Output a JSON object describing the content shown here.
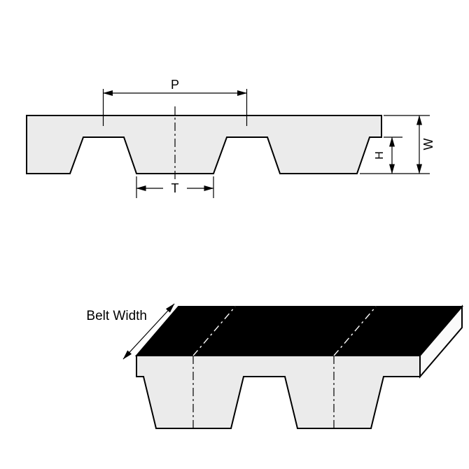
{
  "labels": {
    "pitch": "P",
    "tooth_width": "T",
    "tooth_height": "H",
    "belt_thickness": "W",
    "belt_width": "Belt Width"
  },
  "colors": {
    "background": "#ffffff",
    "belt_fill": "#ebebeb",
    "outline": "#000000",
    "top_face_fill": "#000000",
    "end_face_fill": "#fafafa"
  }
}
